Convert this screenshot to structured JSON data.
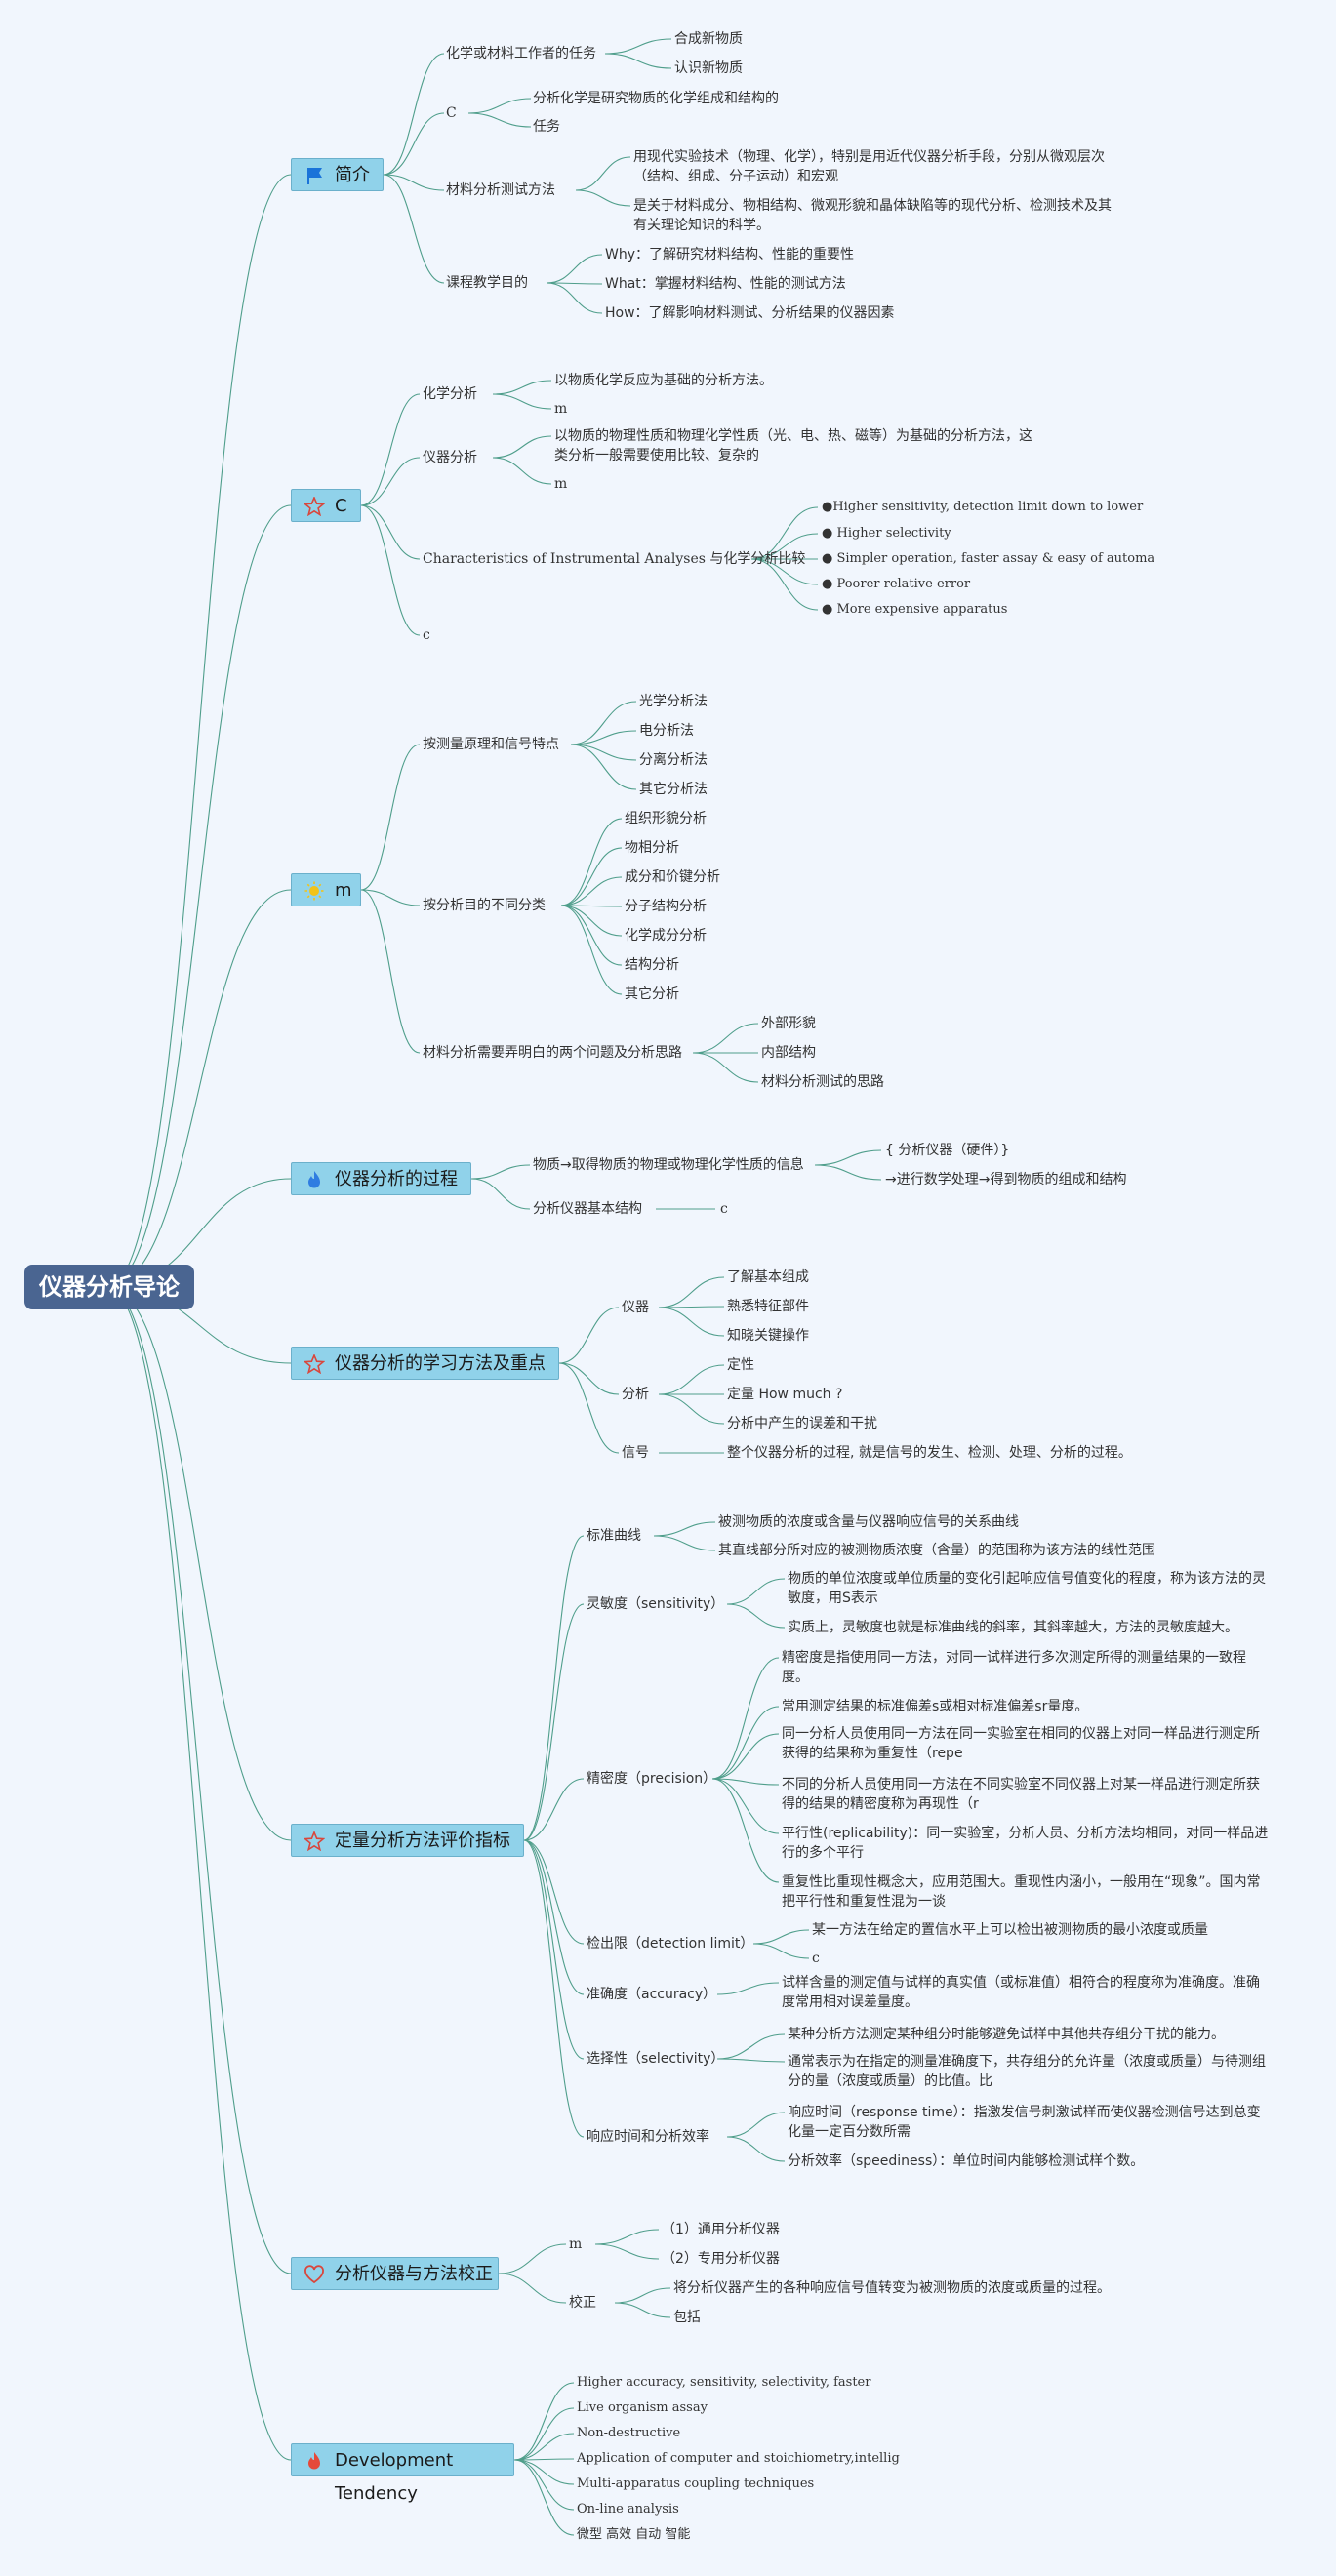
{
  "root": {
    "label": "仪器分析导论"
  },
  "icons": {
    "flag": "flag-icon",
    "star": "star-icon",
    "sun": "sun-icon",
    "fire": "fire-icon",
    "heart": "heart-icon"
  },
  "colors": {
    "root_bg": "#4a6591",
    "main_bg": "#90d2ea",
    "line": "#4f9e8b",
    "background": "#f1f6fd"
  },
  "b1": {
    "label": "简介",
    "c1": {
      "label": "化学或材料工作者的任务",
      "l1": "合成新物质",
      "l2": "认识新物质"
    },
    "c2": {
      "label": "C",
      "l1": "分析化学是研究物质的化学组成和结构的",
      "l2": "任务"
    },
    "c3": {
      "label": "材料分析测试方法",
      "l1": "用现代实验技术（物理、化学），特别是用近代仪器分析手段，分别从微观层次（结构、组成、分子运动）和宏观",
      "l2": "是关于材料成分、物相结构、微观形貌和晶体缺陷等的现代分析、检测技术及其有关理论知识的科学。"
    },
    "c4": {
      "label": "课程教学目的",
      "l1": "Why：了解研究材料结构、性能的重要性",
      "l2": "What：掌握材料结构、性能的测试方法",
      "l3": "How：了解影响材料测试、分析结果的仪器因素"
    }
  },
  "b2": {
    "label": "C",
    "c1": {
      "label": "化学分析",
      "l1": "以物质化学反应为基础的分析方法。",
      "l2": "m"
    },
    "c2": {
      "label": "仪器分析",
      "l1": "以物质的物理性质和物理化学性质（光、电、热、磁等）为基础的分析方法，这类分析一般需要使用比较、复杂的",
      "l2": "m"
    },
    "c3": {
      "label": "Characteristics of Instrumental Analyses 与化学分析比较",
      "l1": "●Higher sensitivity, detection limit down to lower",
      "l2": "● Higher selectivity",
      "l3": "● Simpler operation, faster assay & easy of automa",
      "l4": "● Poorer relative error",
      "l5": "● More expensive apparatus"
    },
    "c4": {
      "label": "c"
    }
  },
  "b3": {
    "label": "m",
    "c1": {
      "label": "按测量原理和信号特点",
      "l1": "光学分析法",
      "l2": "电分析法",
      "l3": "分离分析法",
      "l4": "其它分析法"
    },
    "c2": {
      "label": "按分析目的不同分类",
      "l1": "组织形貌分析",
      "l2": "物相分析",
      "l3": "成分和价键分析",
      "l4": "分子结构分析",
      "l5": "化学成分分析",
      "l6": "结构分析",
      "l7": "其它分析"
    },
    "c3": {
      "label": "材料分析需要弄明白的两个问题及分析思路",
      "l1": "外部形貌",
      "l2": "内部结构",
      "l3": "材料分析测试的思路"
    }
  },
  "b4": {
    "label": "仪器分析的过程",
    "c1": {
      "label": "物质→取得物质的物理或物理化学性质的信息",
      "l1": "{ 分析仪器（硬件）}",
      "l2": "→进行数学处理→得到物质的组成和结构"
    },
    "c2": {
      "label": "分析仪器基本结构",
      "l1": "c"
    }
  },
  "b5": {
    "label": "仪器分析的学习方法及重点",
    "c1": {
      "label": "仪器",
      "l1": "了解基本组成",
      "l2": "熟悉特征部件",
      "l3": "知晓关键操作"
    },
    "c2": {
      "label": "分析",
      "l1": "定性",
      "l2": "定量 How much ?",
      "l3": "分析中产生的误差和干扰"
    },
    "c3": {
      "label": "信号",
      "l1": "整个仪器分析的过程, 就是信号的发生、检测、处理、分析的过程。"
    }
  },
  "b6": {
    "label": "定量分析方法评价指标",
    "c1": {
      "label": "标准曲线",
      "l1": "被测物质的浓度或含量与仪器响应信号的关系曲线",
      "l2": "其直线部分所对应的被测物质浓度（含量）的范围称为该方法的线性范围"
    },
    "c2": {
      "label": "灵敏度（sensitivity）",
      "l1": "物质的单位浓度或单位质量的变化引起响应信号值变化的程度，称为该方法的灵敏度，用S表示",
      "l2": "实质上，灵敏度也就是标准曲线的斜率，其斜率越大，方法的灵敏度越大。"
    },
    "c3": {
      "label": "精密度（precision）",
      "l1": "精密度是指使用同一方法，对同一试样进行多次测定所得的测量结果的一致程度。",
      "l2": "常用测定结果的标准偏差s或相对标准偏差sr量度。",
      "l3": "同一分析人员使用同一方法在同一实验室在相同的仪器上对同一样品进行测定所获得的结果称为重复性（repe",
      "l4": "不同的分析人员使用同一方法在不同实验室不同仪器上对某一样品进行测定所获得的结果的精密度称为再现性（r",
      "l5": "平行性(replicability)：同一实验室，分析人员、分析方法均相同，对同一样品进行的多个平行",
      "l6": "重复性比重现性概念大，应用范围大。重现性内涵小，一般用在“现象”。国内常把平行性和重复性混为一谈"
    },
    "c4": {
      "label": "检出限（detection limit）",
      "l1": "某一方法在给定的置信水平上可以检出被测物质的最小浓度或质量",
      "l2": "c"
    },
    "c5": {
      "label": "准确度（accuracy）",
      "l1": "试样含量的测定值与试样的真实值（或标准值）相符合的程度称为准确度。准确度常用相对误差量度。"
    },
    "c6": {
      "label": "选择性（selectivity）",
      "l1": "某种分析方法测定某种组分时能够避免试样中其他共存组分干扰的能力。",
      "l2": "通常表示为在指定的测量准确度下，共存组分的允许量（浓度或质量）与待测组分的量（浓度或质量）的比值。比"
    },
    "c7": {
      "label": "响应时间和分析效率",
      "l1": "响应时间（response time）：指激发信号刺激试样而使仪器检测信号达到总变化量一定百分数所需",
      "l2": "分析效率（speediness）：单位时间内能够检测试样个数。"
    }
  },
  "b7": {
    "label": "分析仪器与方法校正",
    "c1": {
      "label": "m",
      "l1": "（1）通用分析仪器",
      "l2": "（2）专用分析仪器"
    },
    "c2": {
      "label": "校正",
      "l1": "将分析仪器产生的各种响应信号值转变为被测物质的浓度或质量的过程。",
      "l2": "包括"
    }
  },
  "b8": {
    "label": "Development Tendency",
    "l1": "Higher accuracy, sensitivity, selectivity, faster",
    "l2": "Live organism assay",
    "l3": "Non-destructive",
    "l4": "Application of computer and stoichiometry,intellig",
    "l5": "Multi-apparatus coupling techniques",
    "l6": "On-line analysis",
    "l7": "微型 高效 自动 智能"
  }
}
